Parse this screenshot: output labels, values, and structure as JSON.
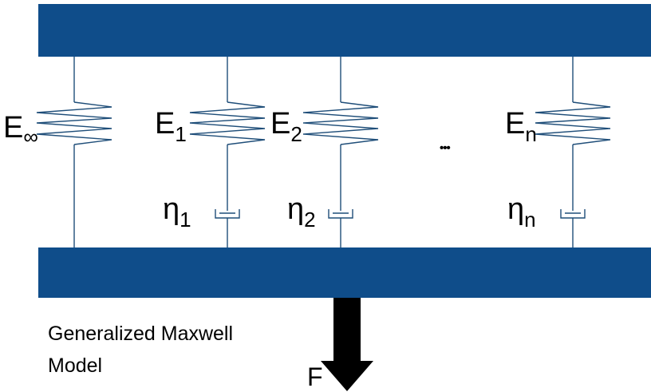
{
  "labels": {
    "e_inf_main": "E",
    "e_inf_sub": "∞",
    "e1_main": "E",
    "e1_sub": "1",
    "e2_main": "E",
    "e2_sub": "2",
    "en_main": "E",
    "en_sub": "n",
    "eta1_main": "η",
    "eta1_sub": "1",
    "eta2_main": "η",
    "eta2_sub": "2",
    "etan_main": "η",
    "etan_sub": "n",
    "ellipsis": "•••"
  },
  "caption": {
    "line1": "Generalized Maxwell",
    "line2": "Model"
  },
  "force_label": "F",
  "colors": {
    "plate": "#0f4d8a",
    "wire": "#1f4e79",
    "arrow": "#000000"
  }
}
